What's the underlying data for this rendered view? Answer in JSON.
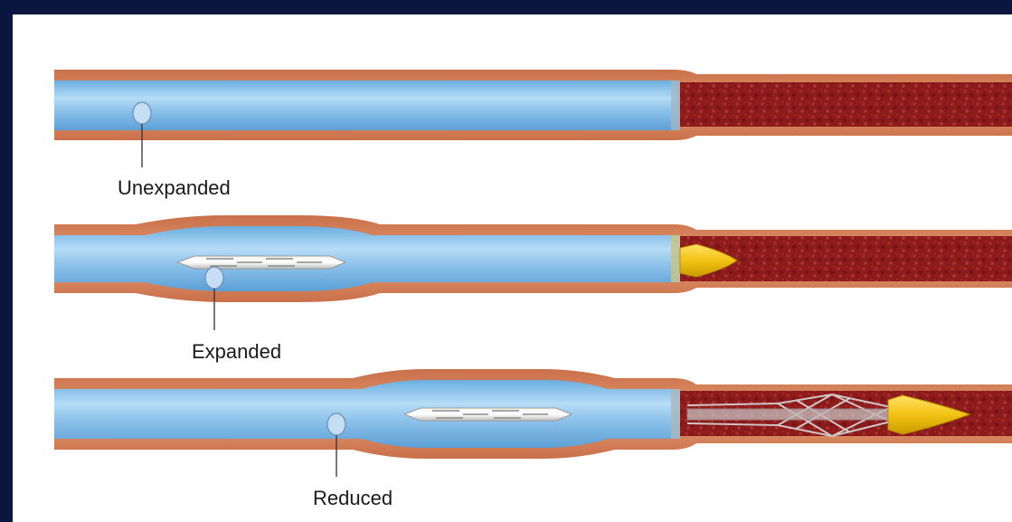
{
  "labels": {
    "unexpanded": "Unexpanded",
    "expanded": "Expanded",
    "reduced": "Reduced"
  },
  "colors": {
    "frame": "#0b1640",
    "panel": "#ffffff",
    "vessel_wall": "#d98a65",
    "lumen": "#8fc4ec",
    "clot": "#8e1d1d",
    "tip": "#f0c419"
  }
}
